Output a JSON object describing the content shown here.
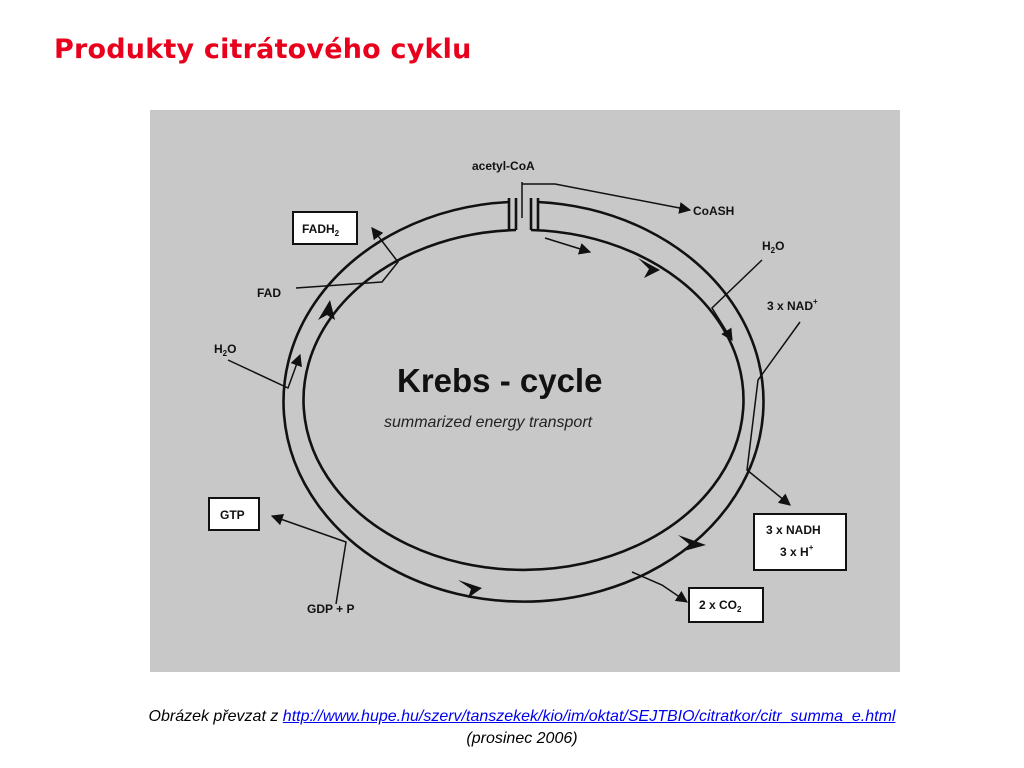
{
  "slide": {
    "title": "Produkty citrátového cyklu"
  },
  "diagram": {
    "title": "Krebs - cycle",
    "subtitle": "summarized energy transport",
    "labels": {
      "acetyl_coa": "acetyl-CoA",
      "coash": "CoASH",
      "h2o_right": {
        "main": "H",
        "sub": "2",
        "tail": "O"
      },
      "nad": {
        "main": "3 x NAD",
        "sup": "+"
      },
      "nadh": "3 x NADH",
      "h_plus": {
        "main": "3 x H",
        "sup": "+"
      },
      "co2": {
        "main": "2 x CO",
        "sub": "2"
      },
      "gdp_p": "GDP + P",
      "gtp": "GTP",
      "h2o_left": {
        "main": "H",
        "sub": "2",
        "tail": "O"
      },
      "fad": "FAD",
      "fadh2": {
        "main": "FADH",
        "sub": "2"
      }
    }
  },
  "caption": {
    "prefix": "Obrázek převzat z ",
    "link": "http://www.hupe.hu/szerv/tanszekek/kio/im/oktat/SEJTBIO/citratkor/citr_summa_e.html",
    "date": "(prosinec 2006)"
  }
}
